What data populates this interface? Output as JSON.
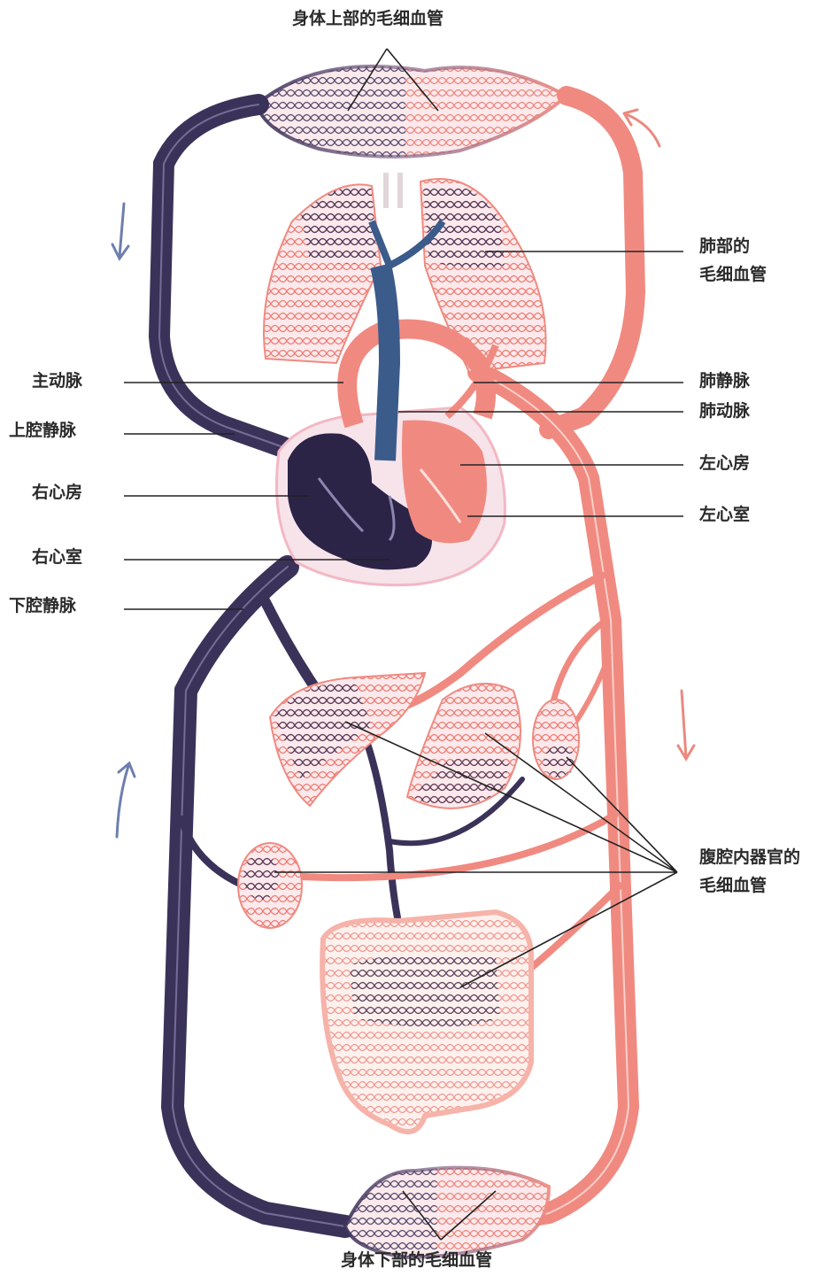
{
  "colors": {
    "vein": "#3b3259",
    "vein_dark": "#2b2447",
    "artery": "#f08a80",
    "artery_light": "#f6b3a9",
    "heart_bg": "#f7e3ea",
    "leader_line": "#222222",
    "arrow_blue": "#6e7fae",
    "arrow_red": "#e98a80"
  },
  "labels": {
    "upper_body_capillaries": "身体上部的毛细血管",
    "lung_capillaries_line1": "肺部的",
    "lung_capillaries_line2": "毛细血管",
    "aorta": "主动脉",
    "superior_vena_cava": "上腔静脉",
    "right_atrium": "右心房",
    "right_ventricle": "右心室",
    "inferior_vena_cava": "下腔静脉",
    "pulmonary_vein": "肺静脉",
    "pulmonary_artery": "肺动脉",
    "left_atrium": "左心房",
    "left_ventricle": "左心室",
    "abdominal_capillaries_line1": "腹腔内器官的",
    "abdominal_capillaries_line2": "毛细血管",
    "lower_body_capillaries": "身体下部的毛细血管"
  }
}
